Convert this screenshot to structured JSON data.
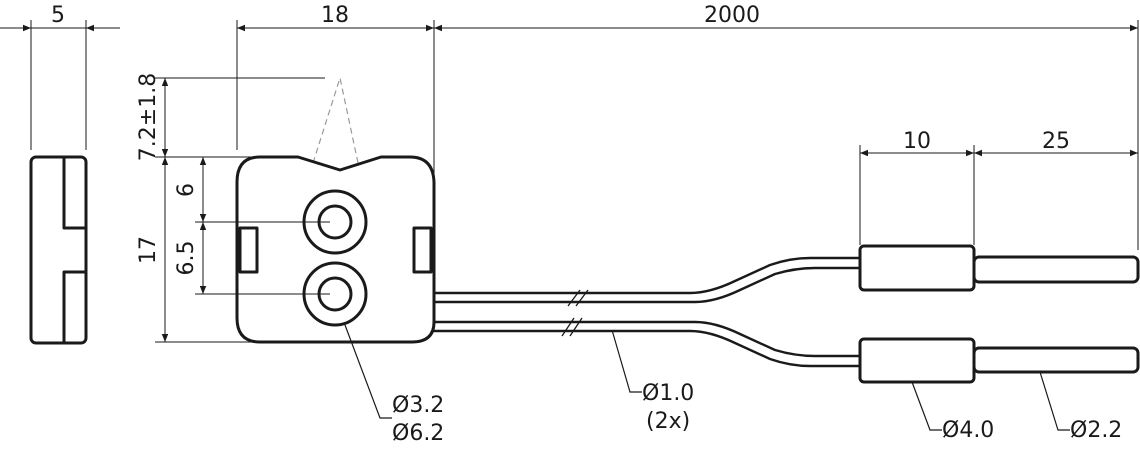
{
  "dimensions": {
    "side_width": "5",
    "body_width": "18",
    "cable_length": "2000",
    "tab_height": "7.2±1.8",
    "hole_offset_top": "6",
    "hole_pitch": "6.5",
    "body_height": "17",
    "sleeve_length": "10",
    "tip_length": "25"
  },
  "callouts": {
    "hole_small": "Ø3.2",
    "hole_large": "Ø6.2",
    "wire_diameter": "Ø1.0",
    "wire_count": "(2x)",
    "sleeve_diameter": "Ø4.0",
    "tip_diameter": "Ø2.2"
  }
}
